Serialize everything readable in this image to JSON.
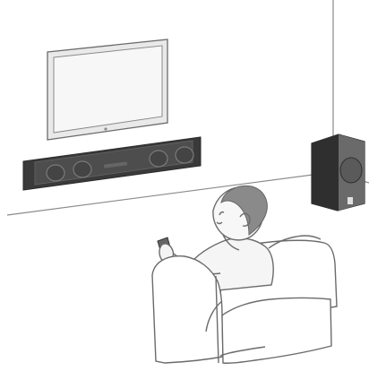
{
  "illustration": {
    "objects": [
      "wall-mounted-tv",
      "soundbar",
      "subwoofer",
      "armchair",
      "person-with-remote"
    ]
  },
  "colors": {
    "line": "#6b6b6b",
    "tv_frame": "#e9e9e9",
    "tv_screen": "#f4f4f4",
    "soundbar_body": "#3a3a3a",
    "soundbar_front": "#555555",
    "subwoofer_body": "#2f2f2f",
    "subwoofer_side": "#6a6a6a",
    "hair": "#8a8a8a",
    "skin": "#f0f0f0",
    "chair_fill": "#ffffff"
  }
}
